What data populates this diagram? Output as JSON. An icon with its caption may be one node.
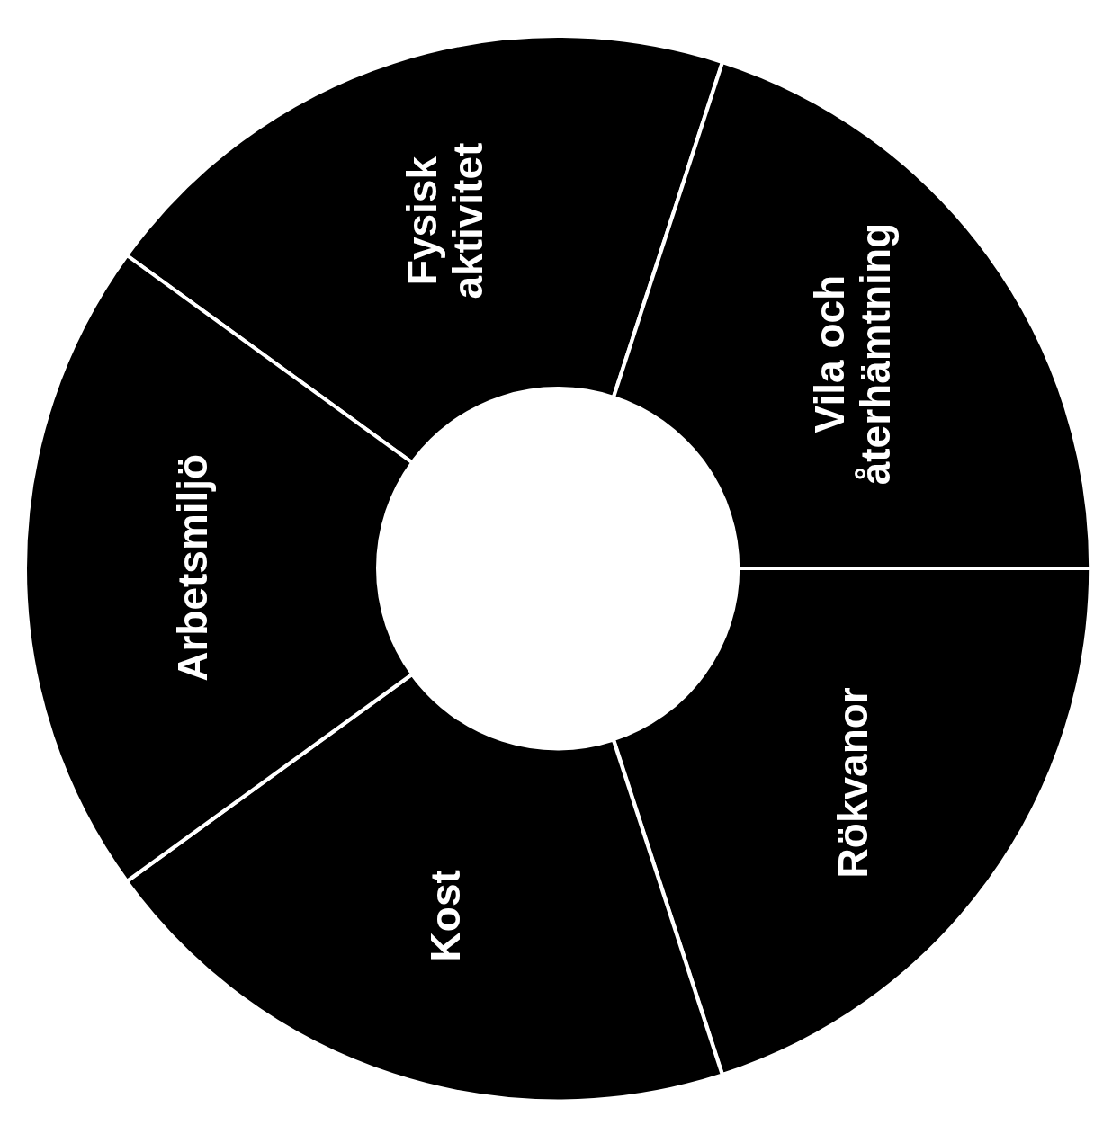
{
  "diagram": {
    "nodes": [
      {
        "text": [
          "Fysisk aktivitet"
        ]
      },
      {
        "text": [
          "Vila och återhämtning"
        ]
      },
      {
        "text": [
          "Rökvanor"
        ]
      },
      {
        "text": [
          "Kost"
        ]
      },
      {
        "text": [
          "Arbetsmiljö"
        ]
      }
    ]
  }
}
